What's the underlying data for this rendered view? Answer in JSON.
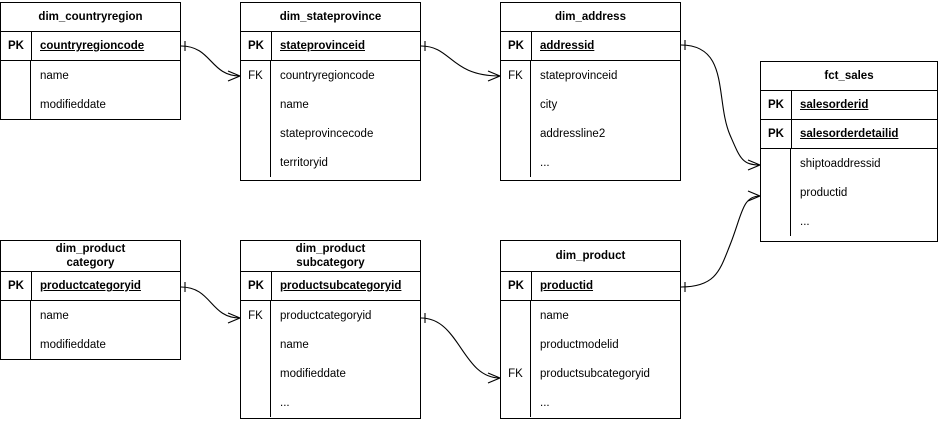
{
  "diagram": {
    "title_text": "",
    "line_color": "#000000",
    "background_color": "#ffffff",
    "text_color": "#000000"
  },
  "entities": [
    {
      "id": "dim_countryregion",
      "title": "dim_countryregion",
      "key_rows": [
        {
          "key": "PK",
          "name": "countryregioncode"
        }
      ],
      "body_rows": [
        {
          "key": "",
          "name": "name"
        },
        {
          "key": "",
          "name": "modifieddate"
        }
      ]
    },
    {
      "id": "dim_stateprovince",
      "title": "dim_stateprovince",
      "key_rows": [
        {
          "key": "PK",
          "name": "stateprovinceid"
        }
      ],
      "body_rows": [
        {
          "key": "FK",
          "name": "countryregioncode"
        },
        {
          "key": "",
          "name": "name"
        },
        {
          "key": "",
          "name": "stateprovincecode"
        },
        {
          "key": "",
          "name": "territoryid"
        }
      ]
    },
    {
      "id": "dim_address",
      "title": "dim_address",
      "key_rows": [
        {
          "key": "PK",
          "name": "addressid"
        }
      ],
      "body_rows": [
        {
          "key": "FK",
          "name": "stateprovinceid"
        },
        {
          "key": "",
          "name": "city"
        },
        {
          "key": "",
          "name": "addressline2"
        },
        {
          "key": "",
          "name": "..."
        }
      ]
    },
    {
      "id": "fct_sales",
      "title": "fct_sales",
      "key_rows": [
        {
          "key": "PK",
          "name": "salesorderid"
        },
        {
          "key": "PK",
          "name": "salesorderdetailid"
        }
      ],
      "body_rows": [
        {
          "key": "",
          "name": "shiptoaddressid"
        },
        {
          "key": "",
          "name": "productid"
        },
        {
          "key": "",
          "name": "..."
        }
      ]
    },
    {
      "id": "dim_productcategory",
      "title": "dim_product\ncategory",
      "key_rows": [
        {
          "key": "PK",
          "name": "productcategoryid"
        }
      ],
      "body_rows": [
        {
          "key": "",
          "name": "name"
        },
        {
          "key": "",
          "name": "modifieddate"
        }
      ]
    },
    {
      "id": "dim_productsubcategory",
      "title": "dim_product\nsubcategory",
      "key_rows": [
        {
          "key": "PK",
          "name": "productsubcategoryid"
        }
      ],
      "body_rows": [
        {
          "key": "FK",
          "name": "productcategoryid"
        },
        {
          "key": "",
          "name": "name"
        },
        {
          "key": "",
          "name": "modifieddate"
        },
        {
          "key": "",
          "name": "..."
        }
      ]
    },
    {
      "id": "dim_product",
      "title": "dim_product",
      "key_rows": [
        {
          "key": "PK",
          "name": "productid"
        }
      ],
      "body_rows": [
        {
          "key": "",
          "name": "name"
        },
        {
          "key": "",
          "name": "productmodelid"
        },
        {
          "key": "FK",
          "name": "productsubcategoryid"
        },
        {
          "key": "",
          "name": "..."
        }
      ]
    }
  ],
  "relationships": [
    {
      "id": "countryregion-to-stateprovince",
      "from": "dim_countryregion.countryregioncode",
      "to": "dim_stateprovince.countryregioncode",
      "from_cardinality": "one",
      "to_cardinality": "many"
    },
    {
      "id": "stateprovince-to-address",
      "from": "dim_stateprovince.stateprovinceid",
      "to": "dim_address.stateprovinceid",
      "from_cardinality": "one",
      "to_cardinality": "many"
    },
    {
      "id": "address-to-sales",
      "from": "dim_address.addressid",
      "to": "fct_sales.shiptoaddressid",
      "from_cardinality": "one",
      "to_cardinality": "many"
    },
    {
      "id": "product-to-sales",
      "from": "dim_product.productid",
      "to": "fct_sales.productid",
      "from_cardinality": "one",
      "to_cardinality": "many"
    },
    {
      "id": "productcategory-to-subcategory",
      "from": "dim_productcategory.productcategoryid",
      "to": "dim_productsubcategory.productcategoryid",
      "from_cardinality": "one",
      "to_cardinality": "many"
    },
    {
      "id": "subcategory-to-product",
      "from": "dim_productsubcategory.productcategoryid",
      "to": "dim_product.productsubcategoryid",
      "from_cardinality": "one",
      "to_cardinality": "many"
    }
  ]
}
